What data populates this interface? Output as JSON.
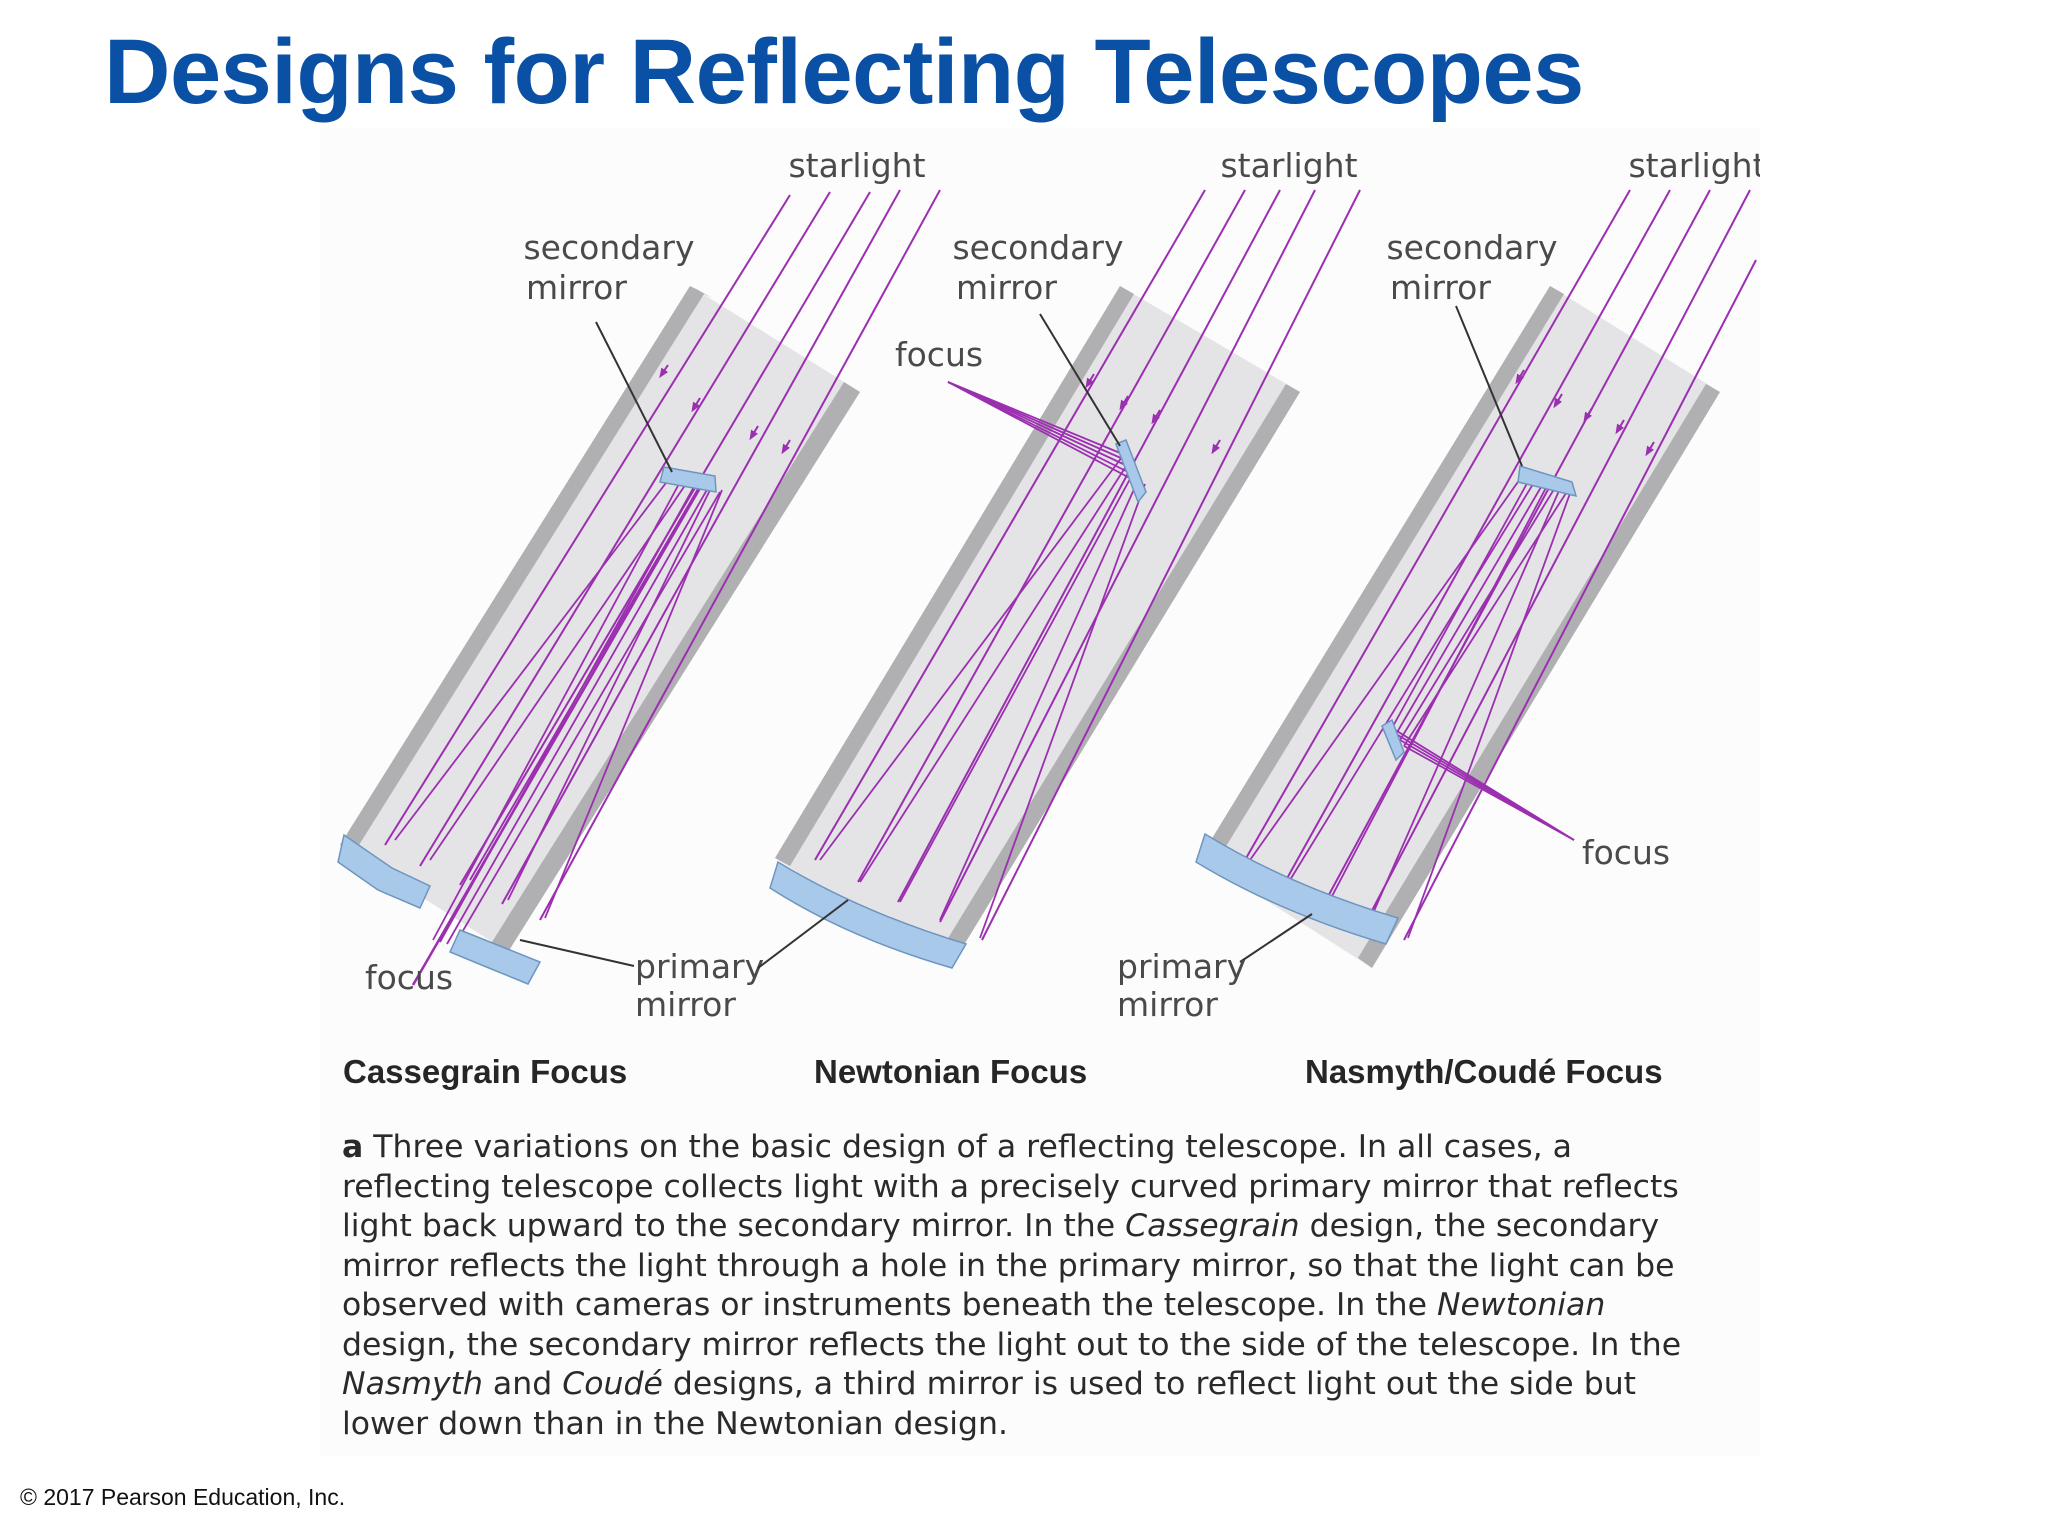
{
  "slide": {
    "title": "Designs for Reflecting Telescopes",
    "copyright": "© 2017 Pearson Education, Inc."
  },
  "diagram": {
    "colors": {
      "tube_wall": "#a8a8a8",
      "tube_interior": "#e2e2e4",
      "mirror": "#a9c9ea",
      "light_ray": "#9b2fb0",
      "leader_line": "#333333"
    },
    "panels": [
      {
        "id": "cassegrain",
        "heading": "Cassegrain Focus",
        "labels": {
          "starlight": "starlight",
          "secondary_mirror": [
            "secondary",
            "mirror"
          ],
          "focus": "focus",
          "primary_mirror": [
            "primary",
            "mirror"
          ]
        }
      },
      {
        "id": "newtonian",
        "heading": "Newtonian Focus",
        "labels": {
          "starlight": "starlight",
          "secondary_mirror": [
            "secondary",
            "mirror"
          ],
          "focus": "focus"
        }
      },
      {
        "id": "nasmyth-coude",
        "heading": "Nasmyth/Coudé Focus",
        "labels": {
          "starlight": "starlight",
          "secondary_mirror": [
            "secondary",
            "mirror"
          ],
          "focus": "focus",
          "primary_mirror": [
            "primary",
            "mirror"
          ]
        }
      }
    ]
  },
  "caption": {
    "letter": "a",
    "parts": [
      " Three variations on the basic design of a reflecting telescope. In all cases, a reflecting telescope collects light with a precisely curved primary mirror that reflects light back upward to the secondary mirror. In the ",
      "Cassegrain",
      " design, the secondary mirror reflects the light through a hole in the primary mirror, so that the light can be observed with cameras or instruments beneath the telescope. In the ",
      "Newtonian",
      " design, the secondary mirror reflects the light out to the side of the telescope. In the ",
      "Nasmyth",
      " and ",
      "Coudé",
      " designs, a third mirror is used to reflect light out the side but lower down than in the Newtonian design."
    ]
  }
}
